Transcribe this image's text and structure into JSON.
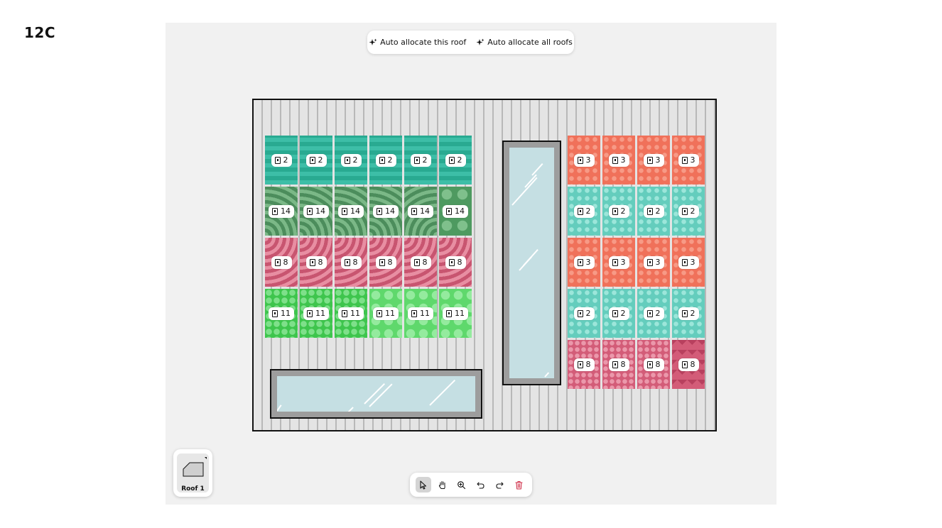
{
  "page_label": "12C",
  "top_toolbar": {
    "auto_this": "Auto allocate this roof",
    "auto_all": "Auto allocate all roofs"
  },
  "left_array": {
    "rows": [
      {
        "pattern": "p-teal-stripe",
        "values": [
          "2",
          "2",
          "2",
          "2",
          "2",
          "2"
        ]
      },
      {
        "pattern": "p-green-wave",
        "values": [
          "14",
          "14",
          "14",
          "14",
          "14",
          "14"
        ]
      },
      {
        "pattern": "p-pink-wave",
        "values": [
          "8",
          "8",
          "8",
          "8",
          "8",
          "8"
        ]
      },
      {
        "pattern": "p-lime-dot",
        "values": [
          "11",
          "11",
          "11",
          "11",
          "11",
          "11"
        ]
      }
    ]
  },
  "right_array": {
    "rows": [
      {
        "pattern": "p-orange",
        "values": [
          "3",
          "3",
          "3",
          "3"
        ]
      },
      {
        "pattern": "p-teal-dot",
        "values": [
          "2",
          "2",
          "2",
          "2"
        ]
      },
      {
        "pattern": "p-orange",
        "values": [
          "3",
          "3",
          "3",
          "3"
        ]
      },
      {
        "pattern": "p-teal-dot",
        "values": [
          "2",
          "2",
          "2",
          "2"
        ]
      },
      {
        "pattern": "p-pink-dot",
        "values": [
          "8",
          "8",
          "8",
          "8"
        ]
      }
    ]
  },
  "roof_selector": {
    "label": "Roof 1",
    "icon": "roof-icon"
  },
  "bottom_toolbar": {
    "tools": [
      {
        "name": "select-tool",
        "icon": "cursor-icon",
        "active": true
      },
      {
        "name": "pan-tool",
        "icon": "hand-icon",
        "active": false
      },
      {
        "name": "zoom-tool",
        "icon": "zoom-icon",
        "active": false
      },
      {
        "name": "undo-button",
        "icon": "undo-icon",
        "active": false
      },
      {
        "name": "redo-button",
        "icon": "redo-icon",
        "active": false
      },
      {
        "name": "delete-button",
        "icon": "trash-icon",
        "active": false
      }
    ]
  },
  "colors": {
    "canvas_bg": "#f1f1f1",
    "delete": "#d0304a",
    "teal": "#6fd6c8",
    "orange": "#f0715a",
    "green": "#5aa06a",
    "pink": "#d0607a",
    "lime": "#3ec54d",
    "glass": "#c5dfe3"
  }
}
